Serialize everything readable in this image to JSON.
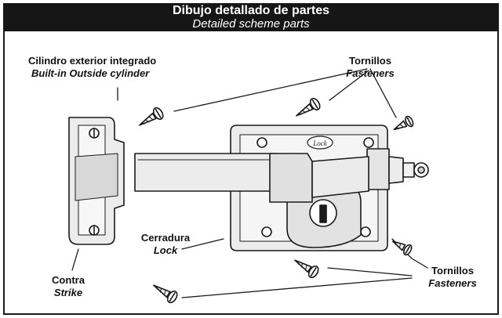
{
  "header": {
    "title": "Dibujo detallado de partes",
    "subtitle": "Detailed scheme parts"
  },
  "labels": {
    "cylinder": {
      "es": "Cilindro exterior integrado",
      "en": "Built-in Outside cylinder"
    },
    "fasteners_top": {
      "es": "Tornillos",
      "en": "Fasteners"
    },
    "lock": {
      "es": "Cerradura",
      "en": "Lock"
    },
    "strike": {
      "es": "Contra",
      "en": "Strike"
    },
    "fasteners_bottom": {
      "es": "Tornillos",
      "en": "Fasteners"
    }
  },
  "brand_mark": "Lock",
  "colors": {
    "header_bg": "#161616",
    "line": "#1a1a1a",
    "metal": "#ececec"
  }
}
